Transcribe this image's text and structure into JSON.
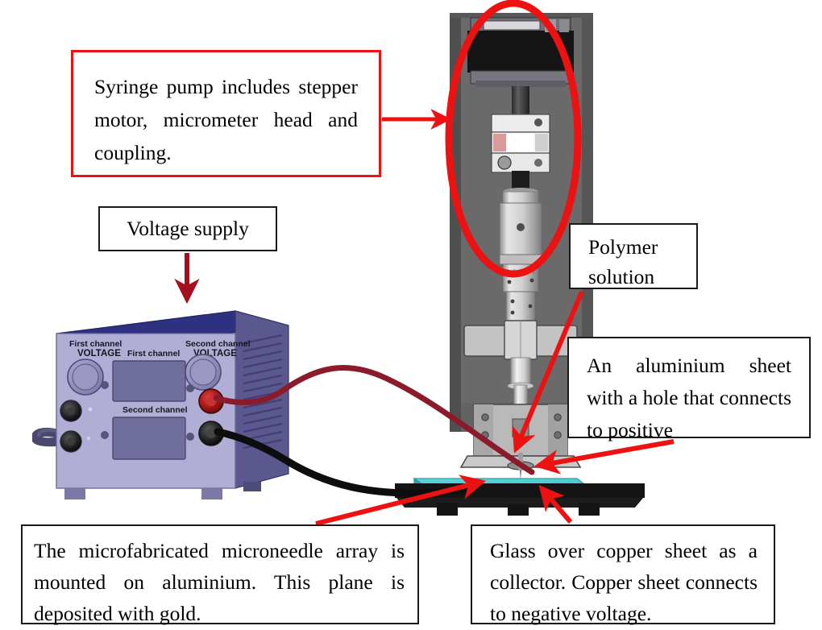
{
  "figure": {
    "title": "Electrospinning setup schematic",
    "background": "#ffffff"
  },
  "colors": {
    "annotation_red": "#ee1111",
    "arrow_dark_red": "#a51020",
    "box_border_black": "#1a1a1a",
    "psu_front": "#b0aed4",
    "psu_top": "#2e3080",
    "psu_side": "#5a588f",
    "psu_display": "#6f6e9c",
    "frame_gray": "#6a6a6a",
    "frame_rail": "#4a4a4a",
    "metal_light": "#d9d9d9",
    "metal_mid": "#b5b5b5",
    "motor_black": "#1b1b1b",
    "glass_teal": "#4ecdd4",
    "glass_teal_side": "#2aa8b0",
    "base_black": "#141414",
    "cable_red": "#8b1a2a",
    "cable_black": "#0d0d0d",
    "power_cord": "#4a486e"
  },
  "callouts": [
    {
      "id": "syringe",
      "text": "Syringe pump includes stepper motor, micrometer head and coupling.",
      "border": "red",
      "align": "justify"
    },
    {
      "id": "voltage",
      "text": "Voltage supply",
      "border": "black",
      "align": "center"
    },
    {
      "id": "polymer",
      "text": "Polymer solution",
      "border": "black",
      "align": "left"
    },
    {
      "id": "aluminium",
      "text": "An aluminium sheet with a hole that connects to positive",
      "border": "black",
      "align": "justify"
    },
    {
      "id": "microneedle",
      "text": "The microfabricated microneedle array is mounted on aluminium. This plane is deposited with gold.",
      "border": "black",
      "align": "justify"
    },
    {
      "id": "glass",
      "text": "Glass over copper sheet as a collector. Copper sheet connects to negative voltage.",
      "border": "black",
      "align": "justify"
    }
  ],
  "power_supply": {
    "labels": {
      "first_channel_voltage": "First channel VOLTAGE",
      "first_channel_voltage_line1": "First channel",
      "first_channel_voltage_line2": "VOLTAGE",
      "first_channel_display": "First channel",
      "second_channel_voltage_line1": "Second channel",
      "second_channel_voltage_line2": "VOLTAGE",
      "second_channel_display": "Second channel"
    }
  },
  "apparatus": {
    "parts": [
      "stepper-motor",
      "coupling",
      "micrometer-head",
      "syringe-barrel",
      "syringe-clamp",
      "needle",
      "aluminium-base-plate",
      "glass-over-copper-collector",
      "support-frame"
    ]
  },
  "annotations": {
    "ellipse_highlight": "red ellipse around syringe pump assembly",
    "arrows": [
      "syringe-pump-arrow",
      "voltage-supply-arrow",
      "polymer-solution-arrow",
      "aluminium-sheet-arrow",
      "microneedle-arrow",
      "glass-collector-arrow"
    ]
  }
}
